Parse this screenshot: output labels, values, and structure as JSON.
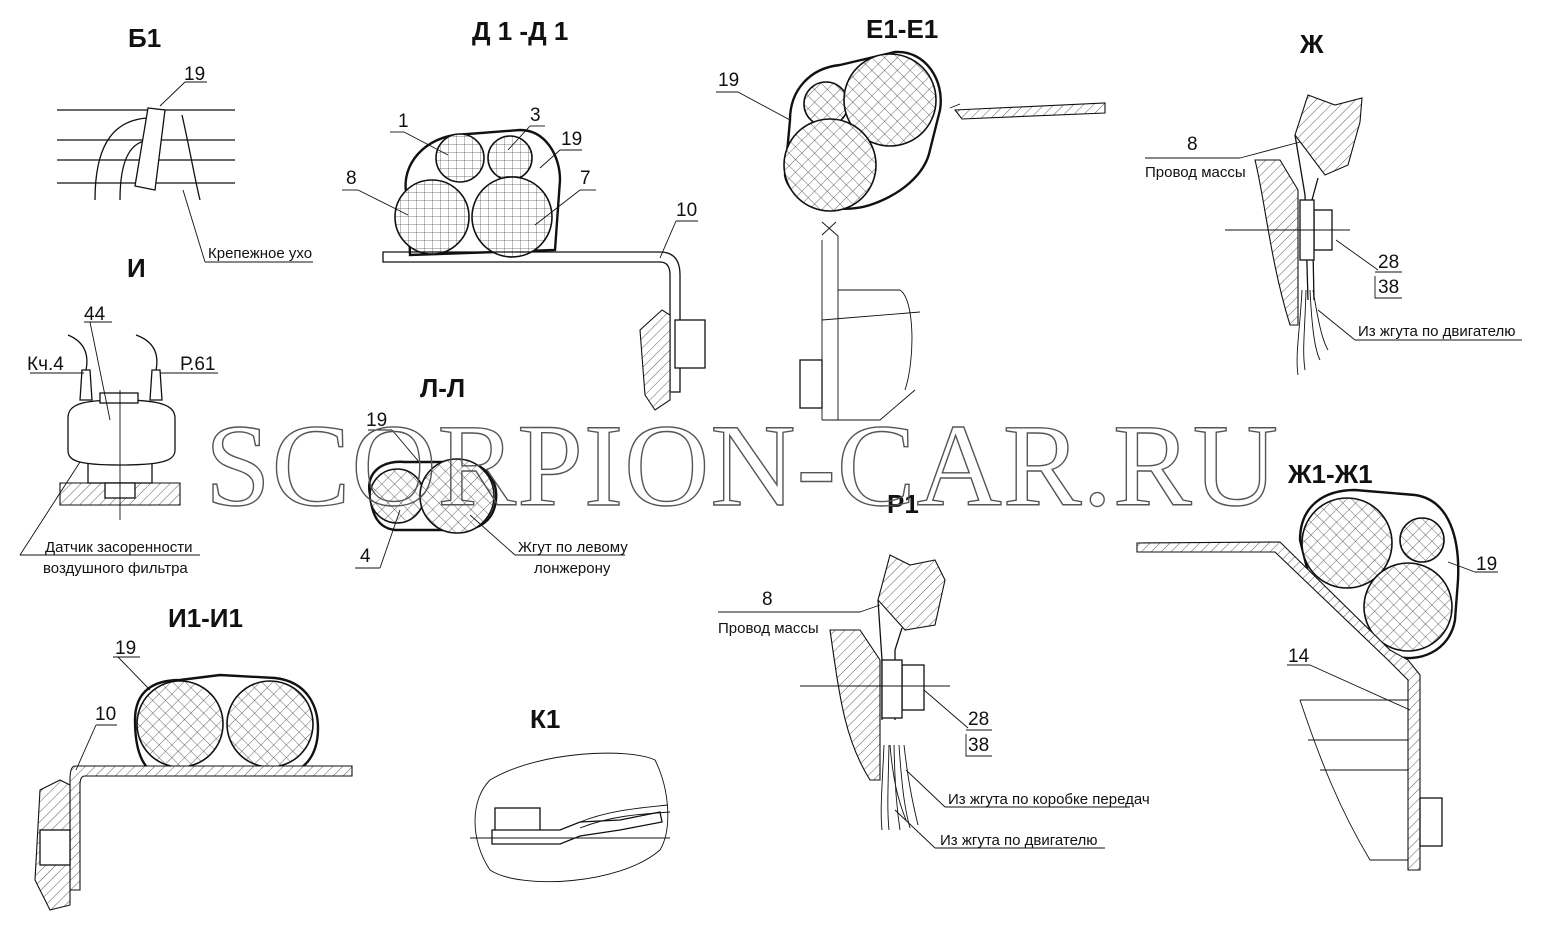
{
  "watermark": "SCORPION-CAR.RU",
  "views": {
    "b1": {
      "title": "Б1",
      "callout_19": "19",
      "lug_label": "Крепежное ухо"
    },
    "d1": {
      "title": "Д 1 -Д 1",
      "n1": "1",
      "n3": "3",
      "n19": "19",
      "n8": "8",
      "n7": "7",
      "n10": "10"
    },
    "e1": {
      "title": "Е1-Е1",
      "n19": "19"
    },
    "zh": {
      "title": "Ж",
      "n8": "8",
      "ground_wire": "Провод массы",
      "n28": "28",
      "n38": "38",
      "engine_harness": "Из жгута по двигателю"
    },
    "i": {
      "title": "И",
      "n44": "44",
      "kch4": "Кч.4",
      "r61": "Р.61",
      "sensor_line1": "Датчик засоренности",
      "sensor_line2": "воздушного фильтра"
    },
    "ll": {
      "title": "Л-Л",
      "n19": "19",
      "n4": "4",
      "left_line1": "Жгут по левому",
      "left_line2": "лонжерону"
    },
    "zh1": {
      "title": "Ж1-Ж1",
      "n19": "19",
      "n14": "14"
    },
    "p1": {
      "title": "Р1",
      "n8": "8",
      "ground_wire": "Провод массы",
      "n28": "28",
      "n38": "38",
      "gearbox_harness": "Из жгута по коробке передач",
      "engine_harness": "Из жгута по двигателю"
    },
    "i1": {
      "title": "И1-И1",
      "n19": "19",
      "n10": "10"
    },
    "k1": {
      "title": "К1"
    }
  }
}
